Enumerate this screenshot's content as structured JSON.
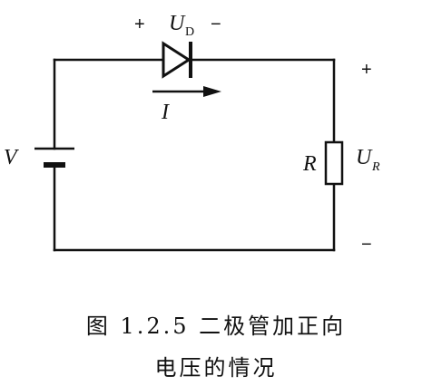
{
  "labels": {
    "diode_plus": "+",
    "diode_voltage": "U",
    "diode_voltage_sub": "D",
    "diode_minus": "−",
    "current": "I",
    "source": "V",
    "resistor": "R",
    "resistor_voltage": "U",
    "resistor_voltage_sub": "R",
    "resistor_plus": "+",
    "resistor_minus": "−"
  },
  "caption": {
    "line1": "图 1.2.5  二极管加正向",
    "line2": "电压的情况"
  }
}
